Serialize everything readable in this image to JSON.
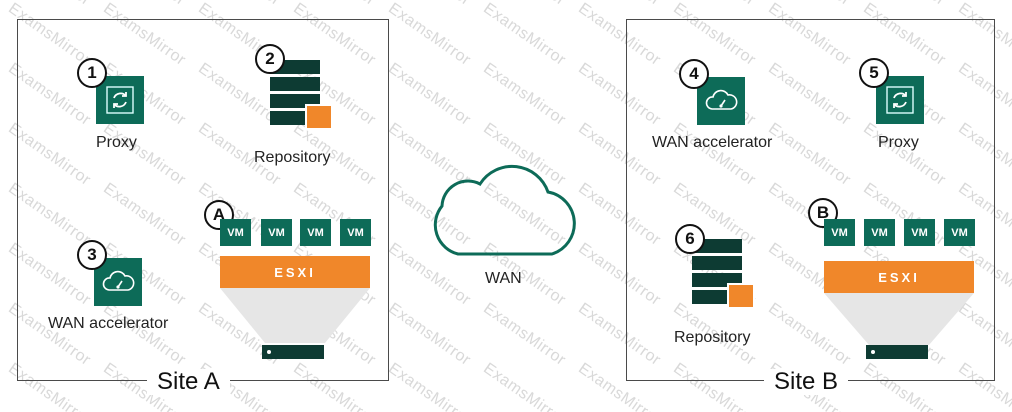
{
  "site_a": {
    "label": "Site A",
    "proxy": {
      "number": "1",
      "label": "Proxy",
      "icon": "sync-icon"
    },
    "repository": {
      "number": "2",
      "label": "Repository",
      "icon": "repository-icon"
    },
    "wan_accelerator": {
      "number": "3",
      "label": "WAN accelerator",
      "icon": "cloud-gauge-icon"
    },
    "host": {
      "badge": "A",
      "vms": [
        "VM",
        "VM",
        "VM",
        "VM"
      ],
      "hypervisor": "ESXI"
    }
  },
  "site_b": {
    "label": "Site B",
    "wan_accelerator": {
      "number": "4",
      "label": "WAN accelerator",
      "icon": "cloud-gauge-icon"
    },
    "proxy": {
      "number": "5",
      "label": "Proxy",
      "icon": "sync-icon"
    },
    "repository": {
      "number": "6",
      "label": "Repository",
      "icon": "repository-icon"
    },
    "host": {
      "badge": "B",
      "vms": [
        "VM",
        "VM",
        "VM",
        "VM"
      ],
      "hypervisor": "ESXI"
    }
  },
  "wan": {
    "label": "WAN",
    "icon": "cloud-icon"
  },
  "colors": {
    "tile": "#0d6b58",
    "accent": "#f0872a",
    "border": "#4a4a4a"
  }
}
